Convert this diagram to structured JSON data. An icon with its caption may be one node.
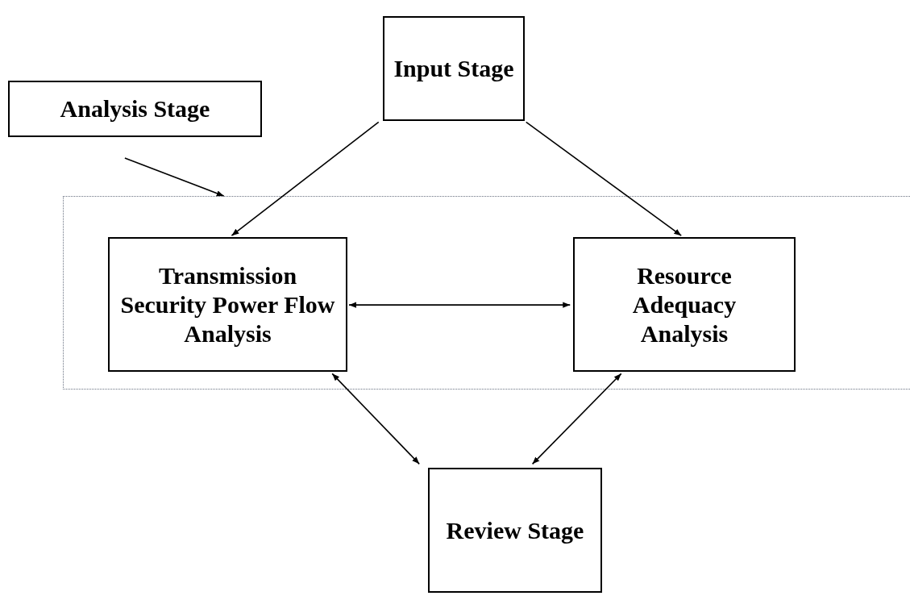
{
  "diagram": {
    "nodes": [
      {
        "text": [
          "Input Stage"
        ]
      },
      {
        "text": [
          "Analysis Stage"
        ]
      },
      {
        "text": [],
        "shape": "box"
      },
      {
        "text": [
          "Transmission Security Power Flow Analysis"
        ],
        "in": 2
      },
      {
        "text": [
          "Resource Adequacy Analysis"
        ],
        "in": 2
      },
      {
        "text": [
          "Review Stage"
        ]
      }
    ],
    "edges": [
      {
        "from": 1,
        "to": 2,
        "arrow": "to"
      },
      {
        "from": 0,
        "to": 3,
        "arrow": "to"
      },
      {
        "from": 0,
        "to": 4,
        "arrow": "to"
      },
      {
        "from": 3,
        "to": 4,
        "arrow": "both"
      },
      {
        "from": 3,
        "to": 5,
        "arrow": "both"
      },
      {
        "from": 4,
        "to": 5,
        "arrow": "both"
      }
    ]
  }
}
